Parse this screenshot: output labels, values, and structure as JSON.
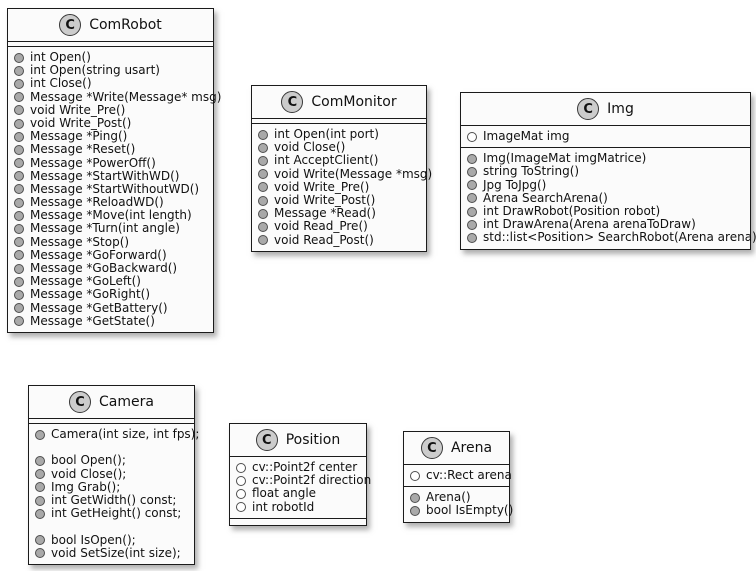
{
  "diagram_type": "uml-class-diagram",
  "colors": {
    "background": "#ffffff",
    "box_background": "#fbfbfb",
    "line": "#1b1b1b",
    "text": "#111111",
    "badge_background": "#cccccc",
    "badge_border": "#383838",
    "method_dot": "#a9a9a9",
    "dot_border": "#4e4e4e",
    "shadow": "rgba(110,110,110,0.55)"
  },
  "classes": [
    {
      "badge": "C",
      "name": "ComRobot",
      "fields": [],
      "methods": [
        "int Open()",
        "int Open(string usart)",
        "int Close()",
        "Message *Write(Message* msg)",
        "void Write_Pre()",
        "void Write_Post()",
        "Message *Ping()",
        "Message *Reset()",
        "Message *PowerOff()",
        "Message *StartWithWD()",
        "Message *StartWithoutWD()",
        "Message *ReloadWD()",
        "Message *Move(int length)",
        "Message *Turn(int angle)",
        "Message *Stop()",
        "Message *GoForward()",
        "Message *GoBackward()",
        "Message *GoLeft()",
        "Message *GoRight()",
        "Message *GetBattery()",
        "Message *GetState()"
      ]
    },
    {
      "badge": "C",
      "name": "ComMonitor",
      "fields": [],
      "methods": [
        "int Open(int port)",
        "void Close()",
        "int AcceptClient()",
        "void Write(Message *msg)",
        "void Write_Pre()",
        "void Write_Post()",
        "Message *Read()",
        "void Read_Pre()",
        "void Read_Post()"
      ]
    },
    {
      "badge": "C",
      "name": "Img",
      "fields": [
        "ImageMat img"
      ],
      "methods": [
        "Img(ImageMat imgMatrice)",
        "string ToString()",
        "Jpg ToJpg()",
        "Arena SearchArena()",
        "int DrawRobot(Position robot)",
        "int DrawArena(Arena arenaToDraw)",
        "std::list<Position> SearchRobot(Arena arena)"
      ]
    },
    {
      "badge": "C",
      "name": "Camera",
      "fields": [],
      "methods": [
        "Camera(int size, int fps);",
        "",
        "bool Open();",
        "void Close();",
        "Img Grab();",
        "int GetWidth() const;",
        "int GetHeight() const;",
        "",
        "bool IsOpen();",
        "void SetSize(int size);"
      ]
    },
    {
      "badge": "C",
      "name": "Position",
      "fields": [
        "cv::Point2f center",
        "cv::Point2f direction",
        "float angle",
        "int robotId"
      ],
      "methods": []
    },
    {
      "badge": "C",
      "name": "Arena",
      "fields": [
        "cv::Rect arena"
      ],
      "methods": [
        "Arena()",
        "bool IsEmpty()"
      ]
    }
  ]
}
